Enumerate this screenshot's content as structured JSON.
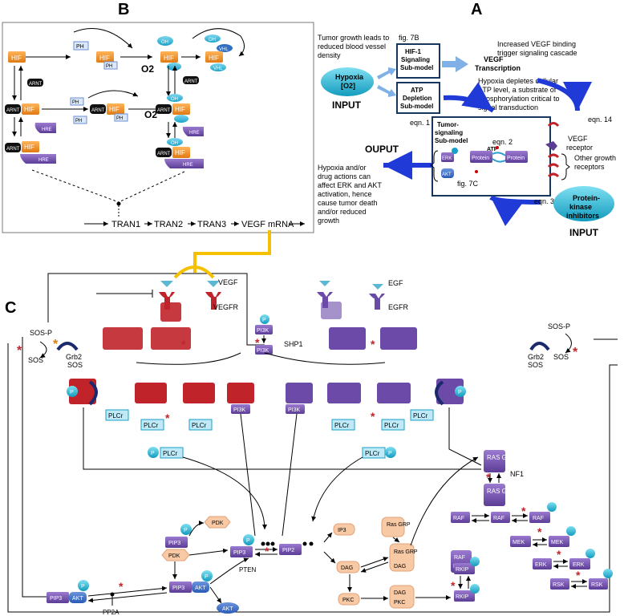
{
  "panels": {
    "a": "A",
    "b": "B",
    "c": "C"
  },
  "panel_b": {
    "o2_1": "O2",
    "o2_2": "O2",
    "hif": "HIF",
    "ph": "PH",
    "oh": "OH",
    "vhl": "VHL",
    "arnt": "ARNT",
    "hre": "HRE",
    "chain": [
      "TRAN1",
      "TRAN2",
      "TRAN3",
      "VEGF mRNA"
    ]
  },
  "panel_a": {
    "note_top_left": "Tumor growth leads to reduced blood vessel density",
    "fig7b": "fig. 7B",
    "hif1_box": "HIF-1 Signaling Sub-model",
    "vegf_trans": "VEGF Transcription",
    "note_top_right": "Increased VEGF binding trigger signaling cascade",
    "hypoxia": "Hypoxia [O2]",
    "input1": "INPUT",
    "atp_box": "ATP Depletion Sub-model",
    "note_mid": "Hypoxia depletes cellular ATP level, a substrate of phosphorylation critical to signal transduction",
    "eqn1": "eqn. 1",
    "tumor_box": "Tumor-signaling Sub-model",
    "eqn2": "eqn. 2",
    "eqn14": "eqn. 14",
    "vegf_receptor": "VEGF receptor",
    "other_receptors": "Other growth receptors",
    "output": "OUPUT",
    "note_left": "Hypoxia and/or drug actions can affect ERK and AKT activation, hence cause tumor death and/or reduced growth",
    "fig7c": "fig. 7C",
    "eqn3": "eqn. 3",
    "pk_inhib": "Protein-kinase inhibitors",
    "input2": "INPUT",
    "protein": "Protein",
    "atp": "ATP",
    "erk": "ERK",
    "akt": "AKT"
  },
  "panel_c": {
    "vegf": "VEGF",
    "vegfr": "VEGFR",
    "egf": "EGF",
    "egfr": "EGFR",
    "sosp": "SOS-P",
    "sos": "SOS",
    "grb2": "Grb2",
    "shp1": "SHP1",
    "pi3k": "PI3K",
    "plcr": "PLCr",
    "p": "P",
    "ras_gdp": "RAS GDP",
    "ras_gtp": "RAS GTP",
    "nf1": "NF1",
    "raf": "RAF",
    "rkip": "RKIP",
    "mek": "MEK",
    "erk": "ERK",
    "rsk": "RSK",
    "pip3": "PIP3",
    "pip2": "PIP2",
    "pdk": "PDK",
    "akt": "AKT",
    "pten": "PTEN",
    "pp2a": "PP2A",
    "ip3": "IP3",
    "ras_grp": "Ras GRP",
    "dag": "DAG",
    "pkc": "PKC"
  }
}
